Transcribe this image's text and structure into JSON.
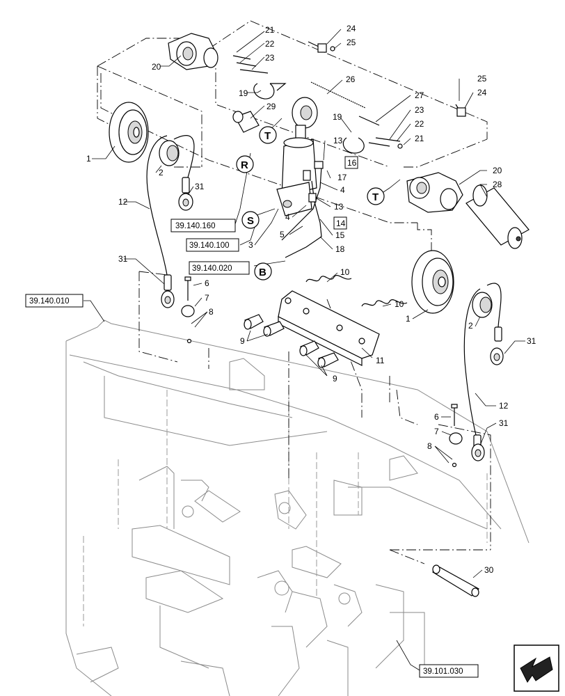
{
  "callouts": {
    "n1a": "1",
    "n2a": "2",
    "n31a": "31",
    "n12a": "12",
    "n31b": "31",
    "n20a": "20",
    "n21a": "21",
    "n22a": "22",
    "n23a": "23",
    "n24a": "24",
    "n25a": "25",
    "n19a": "19",
    "n29": "29",
    "n26": "26",
    "n27": "27",
    "n25b": "25",
    "n24b": "24",
    "n19b": "19",
    "n23b": "23",
    "n22b": "22",
    "n21b": "21",
    "n13a": "13",
    "n16": "16",
    "n17": "17",
    "n4a": "4",
    "n20b": "20",
    "n28": "28",
    "n13b": "13",
    "n4b": "4",
    "n14": "14",
    "n15": "15",
    "n5": "5",
    "n3": "3",
    "n18": "18",
    "n10a": "10",
    "n10b": "10",
    "n6a": "6",
    "n7a": "7",
    "n8a": "8",
    "n9a": "9",
    "n11": "11",
    "n9b": "9",
    "n1b": "1",
    "n2b": "2",
    "n31c": "31",
    "n12b": "12",
    "n6b": "6",
    "n7b": "7",
    "n31d": "31",
    "n8b": "8",
    "n30": "30"
  },
  "references": {
    "ref1": "39.140.160",
    "ref2": "39.140.100",
    "ref3": "39.140.020",
    "ref4": "39.140.010",
    "ref5": "39.101.030"
  },
  "letters": {
    "R": "R",
    "S": "S",
    "B": "B",
    "T1": "T",
    "T2": "T"
  },
  "icons": {
    "nav": "arrow-back-icon"
  }
}
